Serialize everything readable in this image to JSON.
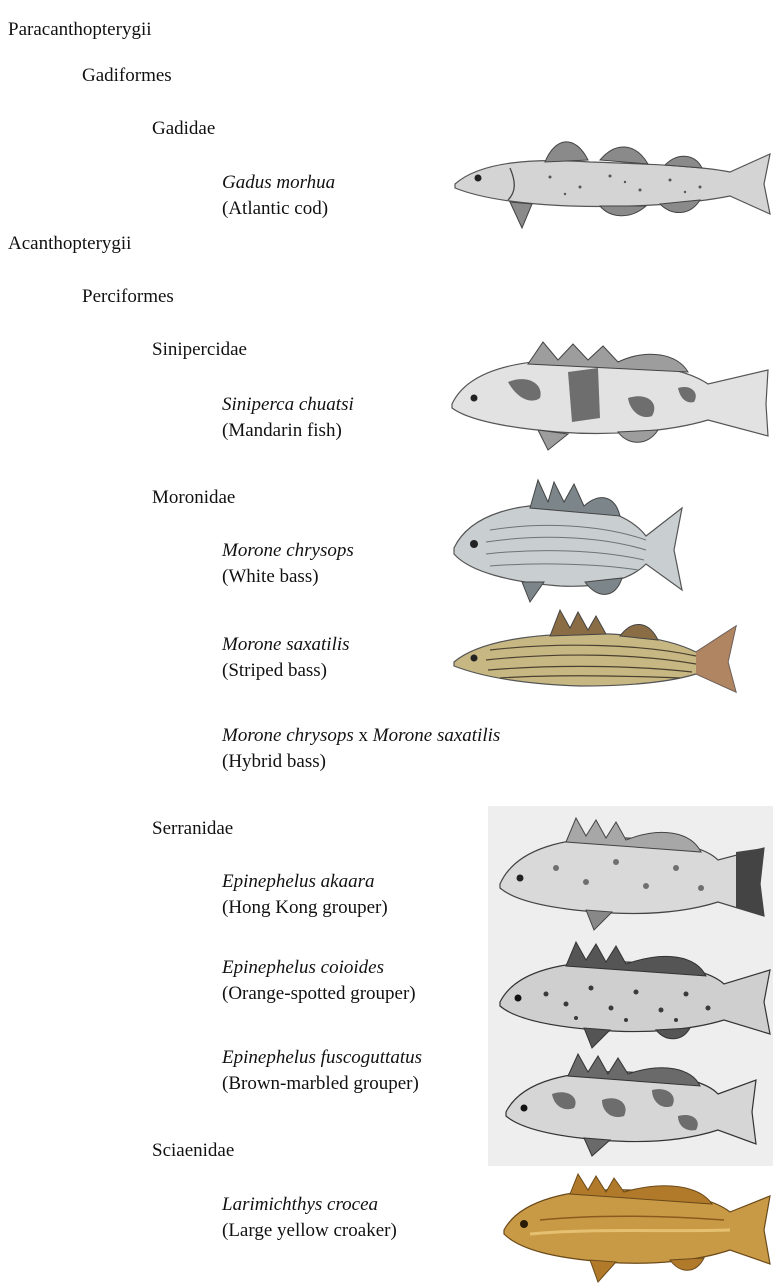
{
  "tree": {
    "superorder_1": "Paracanthopterygii",
    "order_1": "Gadiformes",
    "family_gadidae": "Gadidae",
    "gadus_morhua": {
      "scientific": "Gadus morhua",
      "common": "(Atlantic cod)"
    },
    "superorder_2": "Acanthopterygii",
    "order_2": "Perciformes",
    "family_sinipercidae": "Sinipercidae",
    "siniperca_chuatsi": {
      "scientific": "Siniperca chuatsi",
      "common": "(Mandarin fish)"
    },
    "family_moronidae": "Moronidae",
    "morone_chrysops": {
      "scientific": "Morone chrysops",
      "common": "(White bass)"
    },
    "morone_saxatilis": {
      "scientific": "Morone saxatilis",
      "common": "(Striped bass)"
    },
    "hybrid": {
      "scientific_a": "Morone chrysops",
      "cross": " x ",
      "scientific_b": "Morone saxatilis",
      "common": "(Hybrid bass)"
    },
    "family_serranidae": "Serranidae",
    "epinephelus_akaara": {
      "scientific": "Epinephelus akaara",
      "common": "(Hong Kong grouper)"
    },
    "epinephelus_coioides": {
      "scientific": "Epinephelus coioides",
      "common": "(Orange-spotted grouper)"
    },
    "epinephelus_fuscoguttatus": {
      "scientific": "Epinephelus fuscoguttatus",
      "common": "(Brown-marbled grouper)"
    },
    "family_sciaenidae": "Sciaenidae",
    "larimichthys_crocea": {
      "scientific": "Larimichthys crocea",
      "common": "(Large yellow croaker)"
    }
  },
  "colors": {
    "text": "#111111",
    "grouper_panel": "#eeeeee",
    "cod": "#9a9a9a",
    "mandarin": "#bdbdbd",
    "white_bass": "#c9ced0",
    "striped_bass": "#b7a36a",
    "grouper": "#8c8c8c",
    "croaker": "#c99a45"
  },
  "illustrations": [
    "cod-illustration",
    "mandarin-fish-illustration",
    "white-bass-illustration",
    "striped-bass-illustration",
    "hong-kong-grouper-illustration",
    "orange-spotted-grouper-illustration",
    "brown-marbled-grouper-illustration",
    "yellow-croaker-illustration"
  ]
}
